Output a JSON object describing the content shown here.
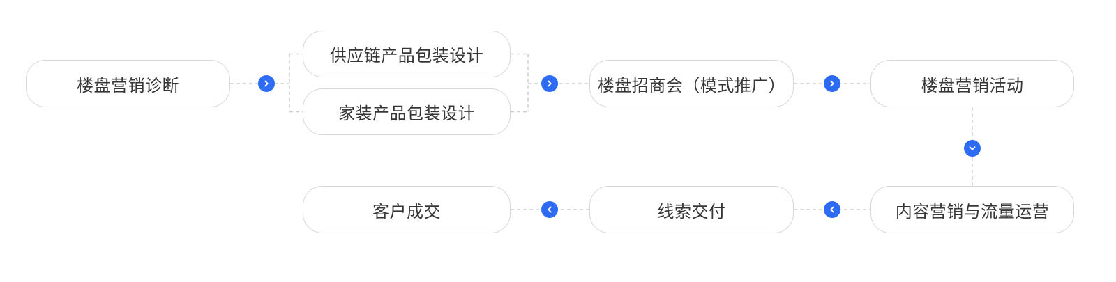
{
  "diagram": {
    "nodes": [
      {
        "id": "marketing-diagnosis",
        "label": "楼盘营销诊断"
      },
      {
        "id": "supply-chain-packaging",
        "label": "供应链产品包装设计"
      },
      {
        "id": "home-decor-packaging",
        "label": "家装产品包装设计"
      },
      {
        "id": "investment-meeting",
        "label": "楼盘招商会（模式推广）"
      },
      {
        "id": "marketing-activity",
        "label": "楼盘营销活动"
      },
      {
        "id": "content-traffic-ops",
        "label": "内容营销与流量运营"
      },
      {
        "id": "lead-delivery",
        "label": "线索交付"
      },
      {
        "id": "customer-deal",
        "label": "客户成交"
      }
    ],
    "edges": [
      {
        "from": "楼盘营销诊断",
        "to": "供应链产品包装设计",
        "icon": "chevron-right-icon"
      },
      {
        "from": "楼盘营销诊断",
        "to": "家装产品包装设计",
        "icon": "chevron-right-icon"
      },
      {
        "from": "供应链产品包装设计",
        "to": "楼盘招商会（模式推广）",
        "icon": "chevron-right-icon"
      },
      {
        "from": "家装产品包装设计",
        "to": "楼盘招商会（模式推广）",
        "icon": "chevron-right-icon"
      },
      {
        "from": "楼盘招商会（模式推广）",
        "to": "楼盘营销活动",
        "icon": "chevron-right-icon"
      },
      {
        "from": "楼盘营销活动",
        "to": "内容营销与流量运营",
        "icon": "chevron-down-icon"
      },
      {
        "from": "内容营销与流量运营",
        "to": "线索交付",
        "icon": "chevron-left-icon"
      },
      {
        "from": "线索交付",
        "to": "客户成交",
        "icon": "chevron-left-icon"
      }
    ],
    "colors": {
      "accent": "#2e6bf3",
      "node_border": "#d7d7d7",
      "connector": "#cdcdcd",
      "text": "#363636",
      "background": "#ffffff"
    }
  }
}
